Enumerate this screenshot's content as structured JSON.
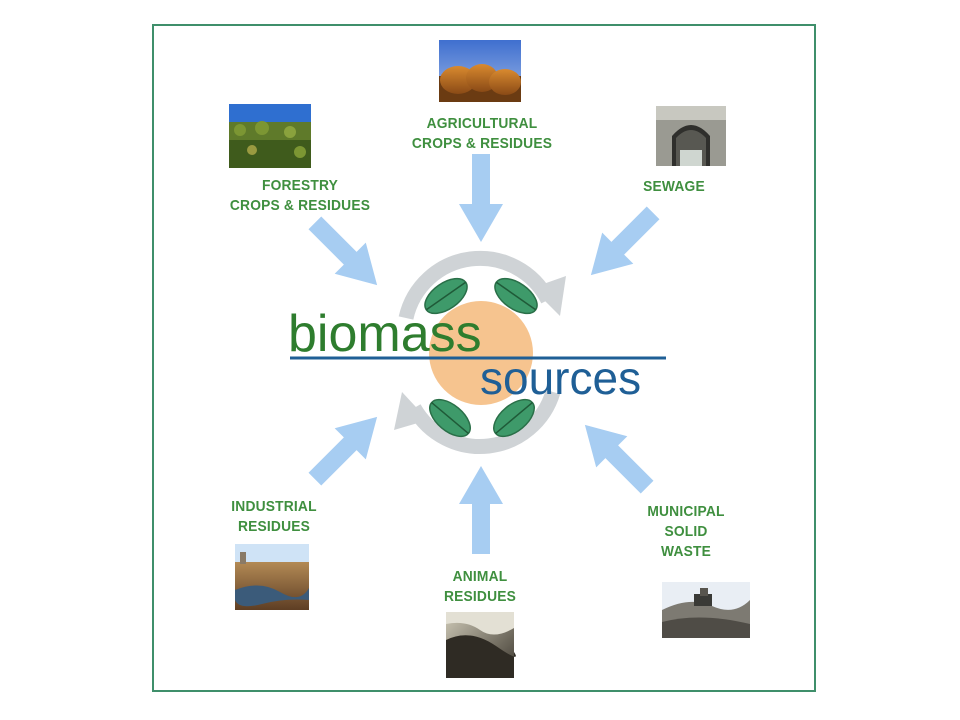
{
  "title": {
    "line1": "biomass",
    "line2": "sources"
  },
  "colors": {
    "frame": "#3f8f6b",
    "label_green": "#3f8f3f",
    "title_green": "#2e7d2e",
    "title_blue": "#1f5f96",
    "arrow": "#a7cdf2",
    "cycle_arrow": "#cfd3d6",
    "center_circle": "#f6c48f",
    "leaf": "#3e9a6a"
  },
  "sources": [
    {
      "id": "forestry",
      "lines": [
        "FORESTRY",
        "CROPS & RESIDUES"
      ],
      "photo": "forest-photo"
    },
    {
      "id": "agricultural",
      "lines": [
        "AGRICULTURAL",
        "CROPS & RESIDUES"
      ],
      "photo": "hay-bales-photo"
    },
    {
      "id": "sewage",
      "lines": [
        "SEWAGE"
      ],
      "photo": "sewer-outlet-photo"
    },
    {
      "id": "industrial",
      "lines": [
        "INDUSTRIAL",
        "RESIDUES"
      ],
      "photo": "industrial-site-photo"
    },
    {
      "id": "animal",
      "lines": [
        "ANIMAL",
        "RESIDUES"
      ],
      "photo": "manure-photo"
    },
    {
      "id": "municipal",
      "lines": [
        "MUNICIPAL",
        "SOLID",
        "WASTE"
      ],
      "photo": "landfill-photo"
    }
  ]
}
